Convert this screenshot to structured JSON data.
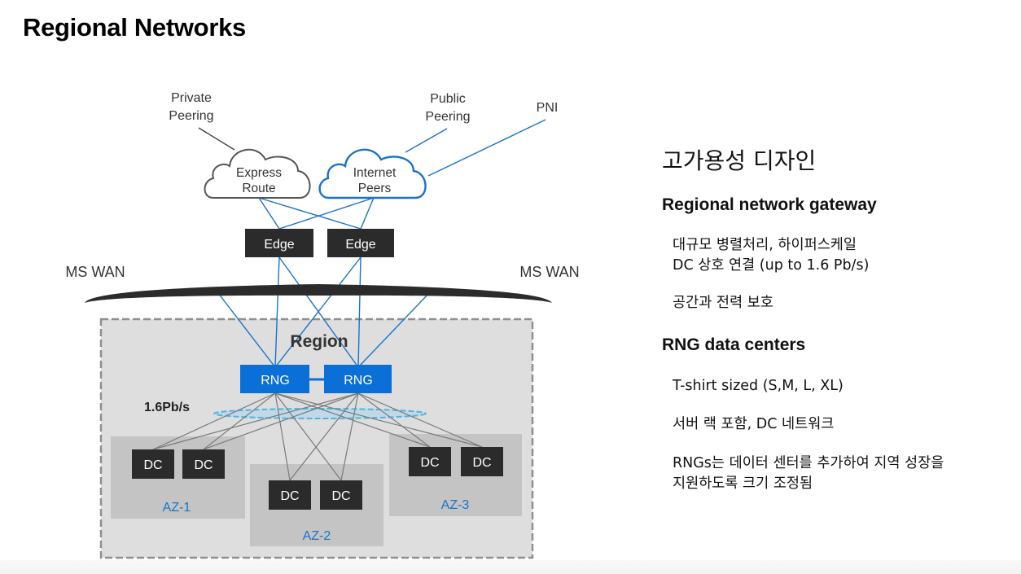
{
  "slide": {
    "title": "Regional Networks"
  },
  "diagram": {
    "peering_labels": {
      "private": "Private\nPeering",
      "public": "Public\nPeering",
      "pni": "PNI"
    },
    "clouds": [
      {
        "id": "express-route",
        "line1": "Express",
        "line2": "Route",
        "color": "#555555"
      },
      {
        "id": "internet-peers",
        "line1": "Internet",
        "line2": "Peers",
        "color": "#1a73c9"
      }
    ],
    "edges": [
      {
        "label": "Edge"
      },
      {
        "label": "Edge"
      }
    ],
    "wan": {
      "left_label": "MS WAN",
      "right_label": "MS WAN"
    },
    "region": {
      "label": "Region",
      "bandwidth": "1.6Pb/s"
    },
    "rngs": [
      {
        "label": "RNG"
      },
      {
        "label": "RNG"
      }
    ],
    "azs": [
      {
        "label": "AZ-1",
        "dcs": [
          "DC",
          "DC"
        ]
      },
      {
        "label": "AZ-2",
        "dcs": [
          "DC",
          "DC"
        ]
      },
      {
        "label": "AZ-3",
        "dcs": [
          "DC",
          "DC"
        ]
      }
    ],
    "colors": {
      "blue_link": "#1a73c9",
      "rng_fill": "#0a6fd6",
      "dark_box": "#2b2b2b",
      "gray_link": "#7a7a7a",
      "region_fill": "#dedede",
      "az_fill": "#c4c4c4",
      "az_label": "#1a73c9",
      "ring": "#4fb4e6"
    }
  },
  "panel": {
    "heading": "고가용성 디자인",
    "sections": [
      {
        "title": "Regional network gateway",
        "bullets": [
          "대규모 병렬처리, 하이퍼스케일\nDC 상호 연결 (up to 1.6 Pb/s)",
          "공간과 전력 보호"
        ]
      },
      {
        "title": "RNG data centers",
        "bullets": [
          "T-shirt sized (S,M, L, XL)",
          "서버 랙 포함, DC 네트워크",
          "RNGs는 데이터 센터를 추가하여 지역 성장을\n지원하도록 크기 조정됨"
        ]
      }
    ]
  }
}
